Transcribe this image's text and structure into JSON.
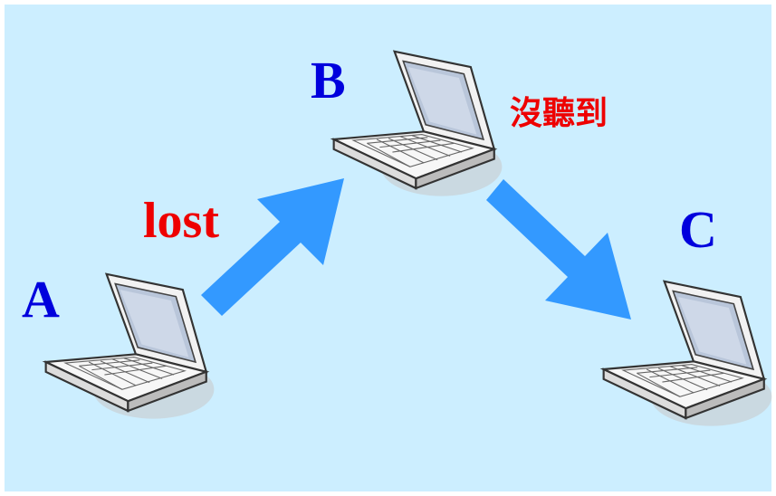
{
  "nodes": {
    "a": {
      "label": "A"
    },
    "b": {
      "label": "B"
    },
    "c": {
      "label": "C"
    }
  },
  "annotations": {
    "lost": "lost",
    "not_heard": "沒聽到"
  },
  "colors": {
    "background": "#cceeff",
    "node_label": "#0000dd",
    "annotation": "#ee0000",
    "arrow": "#3399ff"
  },
  "icons": {
    "computer": "laptop-icon"
  }
}
